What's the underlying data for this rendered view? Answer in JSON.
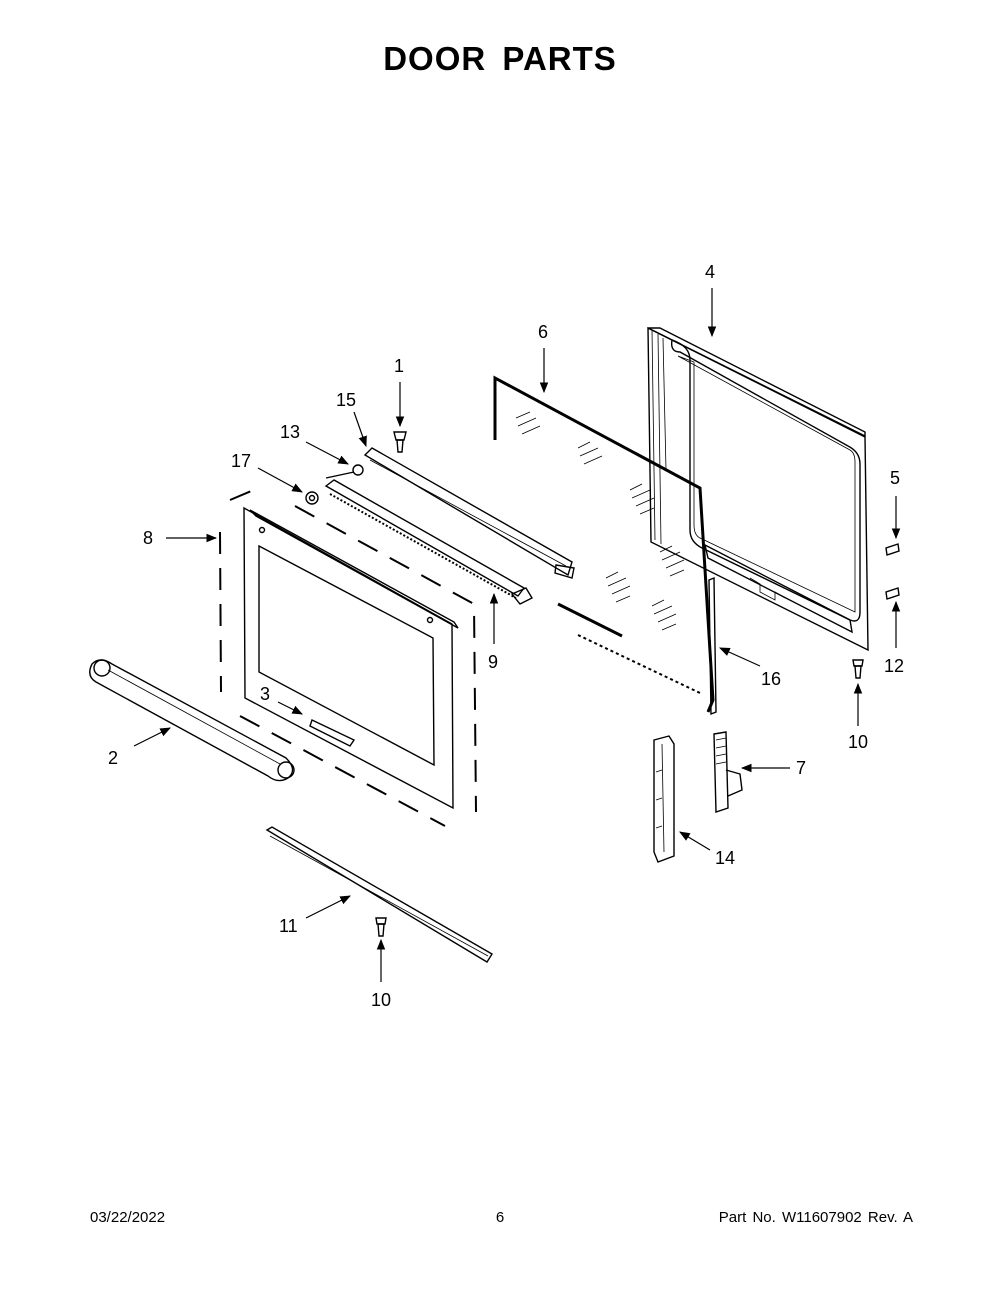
{
  "page": {
    "title": "DOOR PARTS",
    "footer": {
      "date": "03/22/2022",
      "page_number": "6",
      "part_info": "Part No. W11607902  Rev. A"
    }
  },
  "callouts": {
    "c1": "1",
    "c2": "2",
    "c3": "3",
    "c4": "4",
    "c5": "5",
    "c6": "6",
    "c7": "7",
    "c8": "8",
    "c9": "9",
    "c10a": "10",
    "c10b": "10",
    "c11": "11",
    "c12": "12",
    "c13": "13",
    "c14": "14",
    "c15": "15",
    "c16": "16",
    "c17": "17"
  }
}
